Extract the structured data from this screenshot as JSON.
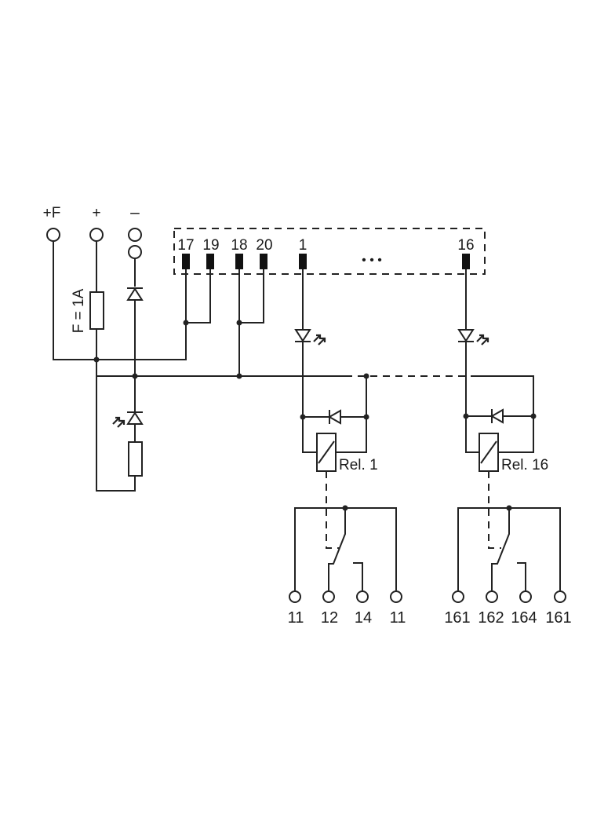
{
  "supply": {
    "fused_label": "+F",
    "plus_label": "+",
    "minus_label": "–",
    "fuse_label": "F = 1A"
  },
  "inputs": {
    "common": [
      "17",
      "19",
      "18",
      "20"
    ],
    "ch_first": "1",
    "ch_last": "16",
    "ellipsis": "• • •"
  },
  "relays": {
    "first": {
      "label": "Rel. 1",
      "terminals": [
        "11",
        "12",
        "14",
        "11"
      ]
    },
    "last": {
      "label": "Rel. 16",
      "terminals": [
        "161",
        "162",
        "164",
        "161"
      ]
    }
  },
  "icons": [
    "led-icon",
    "diode-icon",
    "relay-coil-icon",
    "fuse-icon",
    "resistor-icon",
    "terminal-icon"
  ]
}
